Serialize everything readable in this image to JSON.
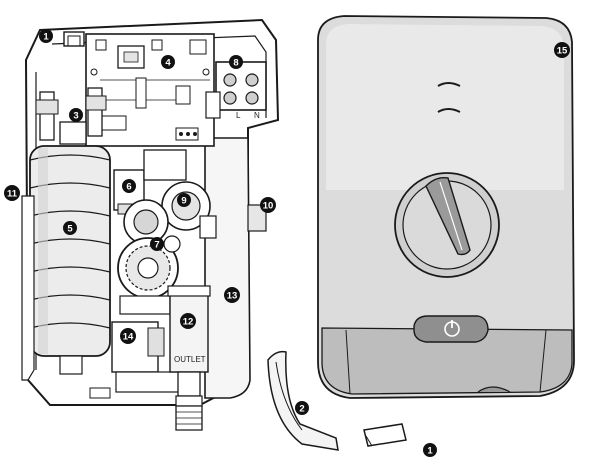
{
  "callouts": [
    {
      "id": "c1a",
      "label": "1"
    },
    {
      "id": "c1b",
      "label": "1"
    },
    {
      "id": "c2",
      "label": "2"
    },
    {
      "id": "c3",
      "label": "3"
    },
    {
      "id": "c4",
      "label": "4"
    },
    {
      "id": "c5",
      "label": "5"
    },
    {
      "id": "c6",
      "label": "6"
    },
    {
      "id": "c7",
      "label": "7"
    },
    {
      "id": "c8",
      "label": "8"
    },
    {
      "id": "c9",
      "label": "9"
    },
    {
      "id": "c10",
      "label": "10"
    },
    {
      "id": "c11",
      "label": "11"
    },
    {
      "id": "c12",
      "label": "12"
    },
    {
      "id": "c13",
      "label": "13"
    },
    {
      "id": "c14",
      "label": "14"
    },
    {
      "id": "c15",
      "label": "15"
    }
  ],
  "text_labels": {
    "outlet": "OUTLET",
    "terminal_l": "L",
    "terminal_n": "N"
  },
  "colors": {
    "line": "#1a1a1a",
    "badge_fill": "#111111",
    "badge_text": "#ffffff",
    "shade_light": "#dcdcdc",
    "shade_mid": "#bdbdbd",
    "shade_dark": "#8f8f8f"
  }
}
